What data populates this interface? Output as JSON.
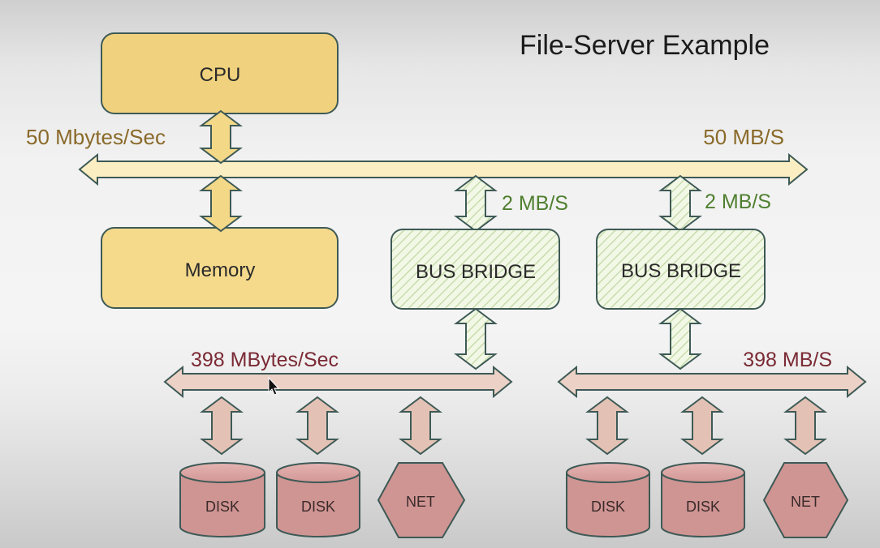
{
  "title": "File-Server Example",
  "cpu_label": "CPU",
  "memory_label": "Memory",
  "system_bus": {
    "left_rate": "50 Mbytes/Sec",
    "right_rate": "50 MB/S"
  },
  "bridges": [
    {
      "label": "BUS BRIDGE",
      "rate": "2 MB/S"
    },
    {
      "label": "BUS BRIDGE",
      "rate": "2 MB/S"
    }
  ],
  "io_buses": [
    {
      "rate": "398 MBytes/Sec",
      "devices": [
        "DISK",
        "DISK",
        "NET"
      ]
    },
    {
      "rate": "398 MB/S",
      "devices": [
        "DISK",
        "DISK",
        "NET"
      ]
    }
  ],
  "colors": {
    "gold_fill": "#f5d98a",
    "gold_stroke": "#3e5a56",
    "bus_fill": "#fbeec2",
    "bridge_fill": "#eef6df",
    "io_bus_fill": "#ecd1c6",
    "device_fill": "#d39a98"
  }
}
